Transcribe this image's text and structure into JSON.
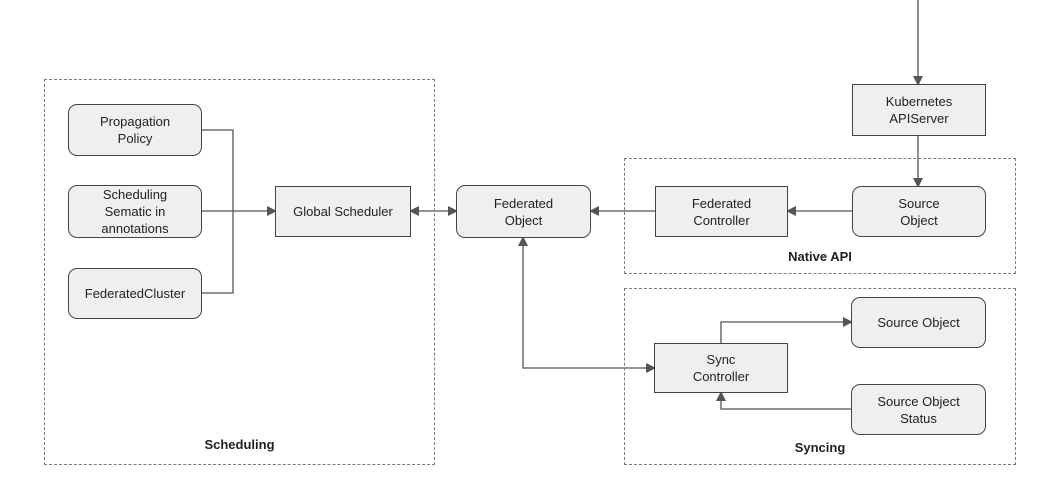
{
  "groups": {
    "scheduling": "Scheduling",
    "native_api": "Native API",
    "syncing": "Syncing"
  },
  "nodes": {
    "propagation_policy": "Propagation\nPolicy",
    "scheduling_sematic": "Scheduling\nSematic in\nannotations",
    "federated_cluster": "FederatedCluster",
    "global_scheduler": "Global Scheduler",
    "federated_object": "Federated\nObject",
    "federated_controller": "Federated\nController",
    "source_object_native": "Source\nObject",
    "kubernetes_apiserver": "Kubernetes\nAPIServer",
    "sync_controller": "Sync\nController",
    "source_object_sync": "Source Object",
    "source_object_status": "Source Object\nStatus"
  },
  "colors": {
    "node_fill": "#efefef",
    "node_border": "#444444",
    "connector": "#555555",
    "group_border": "#7a7a7a"
  }
}
